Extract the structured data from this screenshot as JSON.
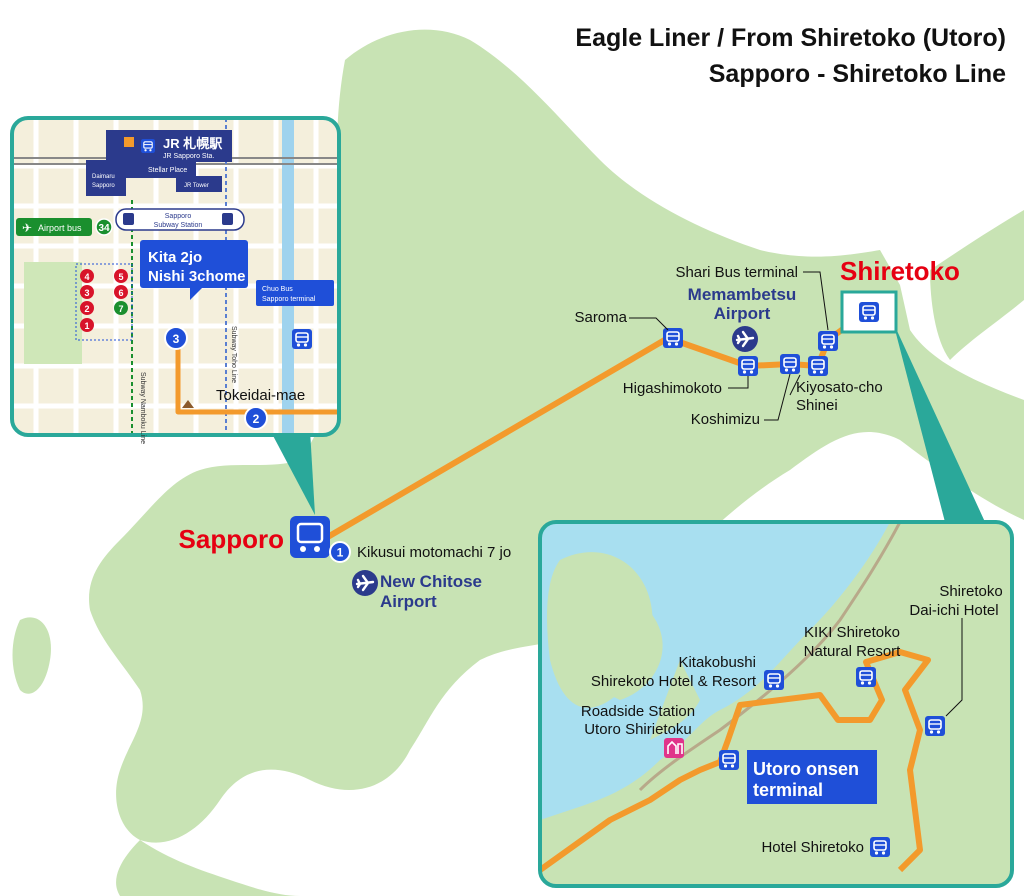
{
  "title": {
    "line1": "Eagle Liner / From Shiretoko (Utoro)",
    "line2": "Sapporo - Shiretoko Line"
  },
  "cities": {
    "sapporo": "Sapporo",
    "shiretoko": "Shiretoko"
  },
  "airports": {
    "memambetsu_line1": "Memambetsu",
    "memambetsu_line2": "Airport",
    "new_chitose_line1": "New Chitose",
    "new_chitose_line2": "Airport"
  },
  "main_stops": {
    "kikusui": "Kikusui motomachi 7 jo",
    "saroma": "Saroma",
    "shari": "Shari Bus terminal",
    "higashimokoto": "Higashimokoto",
    "koshimizu": "Koshimizu",
    "kiyosato_line1": "Kiyosato-cho",
    "kiyosato_line2": "Shinei"
  },
  "inset_sapporo": {
    "jr_station": "JR 札幌駅",
    "jr_station_en": "JR Sapporo Sta.",
    "stellar_place": "Stellar Place",
    "daimaru_line1": "Daimaru",
    "daimaru_line2": "Sapporo",
    "jr_tower": "JR Tower",
    "subway_station_line1": "Sapporo",
    "subway_station_line2": "Subway Station",
    "airport_bus": "Airport bus",
    "airport_bus_num": "34",
    "kita_line1": "Kita 2jo",
    "kita_line2": "Nishi 3chome",
    "chuo_line1": "Chuo Bus",
    "chuo_line2": "Sapporo terminal",
    "toho_line": "Subway Toho Line",
    "namboku_line": "Subway Namboku Line",
    "tokeidai": "Tokeidai-mae",
    "stop1": "1",
    "stop2": "2",
    "stop3": "3",
    "gate_numbers": [
      "4",
      "5",
      "3",
      "6",
      "2",
      "7",
      "1"
    ]
  },
  "inset_utoro": {
    "dai_ichi_line1": "Shiretoko",
    "dai_ichi_line2": "Dai-ichi Hotel",
    "kiki_line1": "KIKI Shiretoko",
    "kiki_line2": "Natural Resort",
    "kitakobushi_line1": "Kitakobushi",
    "kitakobushi_line2": "Shirekoto Hotel & Resort",
    "roadside_line1": "Roadside Station",
    "roadside_line2": "Utoro Shirietoku",
    "utoro_line1": "Utoro onsen",
    "utoro_line2": "terminal",
    "hotel_shiretoko": "Hotel Shiretoko"
  },
  "colors": {
    "land": "#c8e3b4",
    "land_dark": "#b5d79c",
    "sea_inset": "#a8dff0",
    "route": "#f39a2c",
    "bus_blue": "#1f4fd8",
    "frame_teal": "#2aa89a",
    "city_red": "#e60012",
    "airport_navy": "#2b3a8c"
  }
}
